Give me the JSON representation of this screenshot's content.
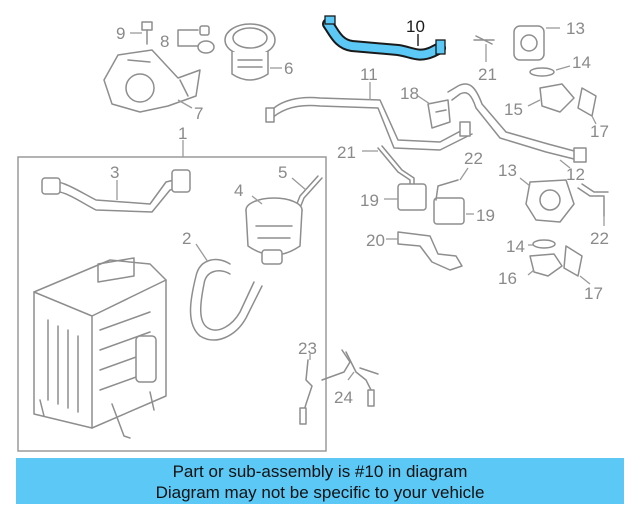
{
  "diagram": {
    "highlight_color": "#5bc8f5",
    "callouts": [
      "1",
      "2",
      "3",
      "4",
      "5",
      "6",
      "7",
      "8",
      "9",
      "10",
      "11",
      "12",
      "13",
      "14",
      "15",
      "16",
      "17",
      "18",
      "19",
      "20",
      "21",
      "22",
      "23",
      "24"
    ],
    "highlighted_part": "10"
  },
  "banner": {
    "line1": "Part or sub-assembly is #10 in diagram",
    "line2": "Diagram may not be specific to your vehicle",
    "background": "#5bc8f5"
  }
}
